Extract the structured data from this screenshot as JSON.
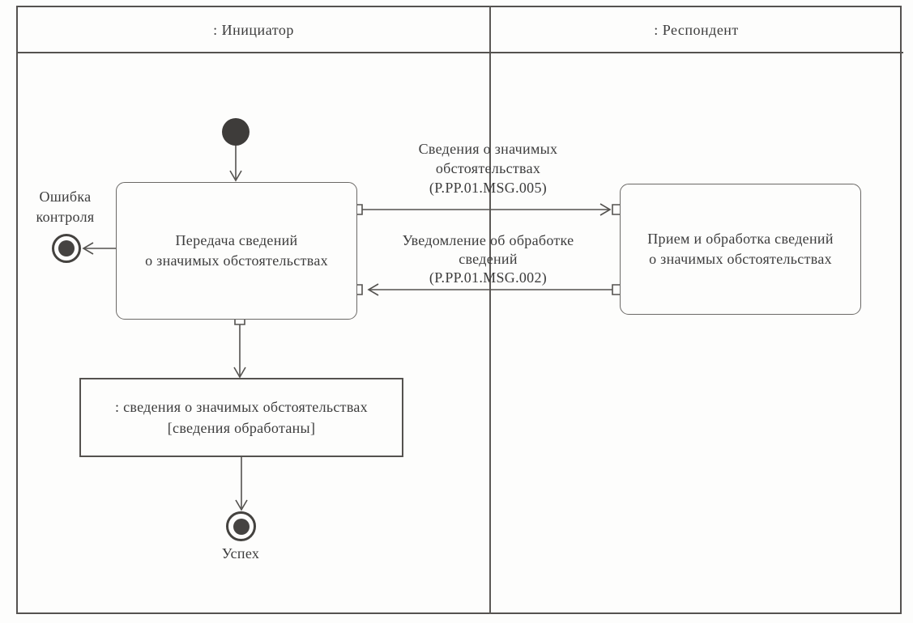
{
  "lanes": [
    {
      "label": ": Инициатор"
    },
    {
      "label": ": Респондент"
    }
  ],
  "nodes": {
    "transfer": {
      "line1": "Передача сведений",
      "line2": "о значимых обстоятельствах"
    },
    "receive": {
      "line1": "Прием и обработка сведений",
      "line2": "о значимых обстоятельствах"
    },
    "object": {
      "line1": ": сведения о значимых обстоятельствах",
      "line2": "[сведения обработаны]"
    },
    "error": {
      "line1": "Ошибка",
      "line2": "контроля"
    },
    "success": {
      "label": "Успех"
    }
  },
  "messages": {
    "msg005": {
      "line1": "Сведения о значимых",
      "line2": "обстоятельствах",
      "line3": "(P.PP.01.MSG.005)"
    },
    "msg002": {
      "line1": "Уведомление об обработке",
      "line2": "сведений",
      "line3": "(P.PP.01.MSG.002)"
    }
  },
  "colors": {
    "frame_line": "#555250",
    "connector_line": "#54524f",
    "box_border": "#6b6966",
    "text": "#3c3c3c",
    "node_fill": "#3e3c3a",
    "background": "#fdfdfc"
  }
}
